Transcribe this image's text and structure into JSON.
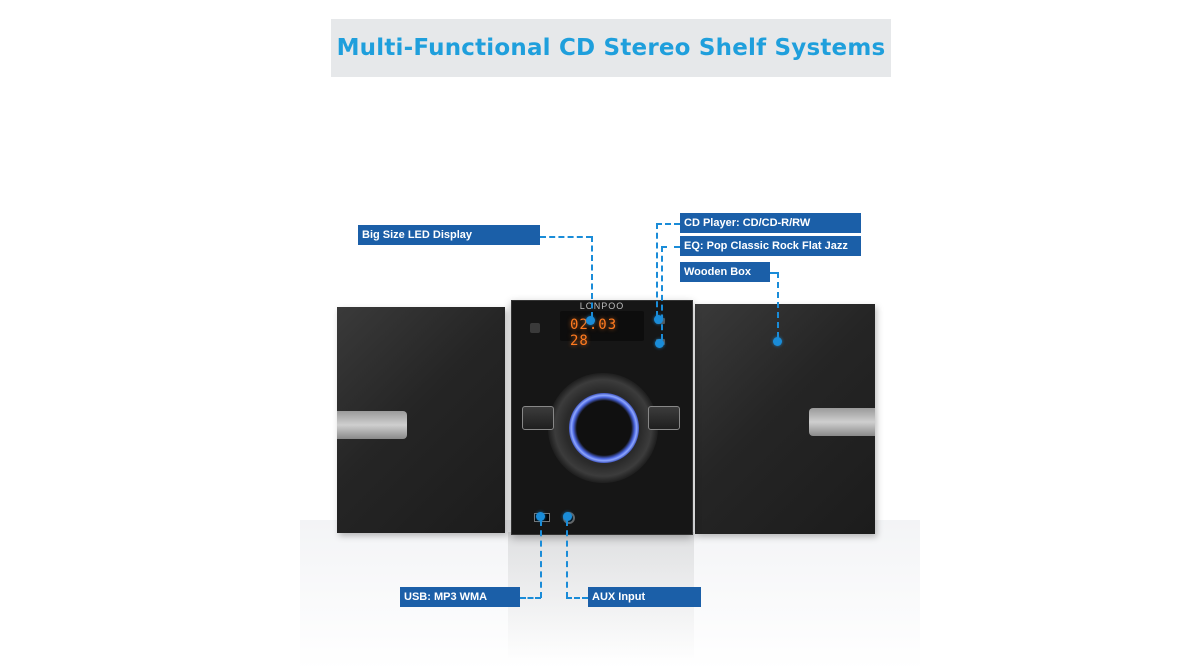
{
  "title": "Multi-Functional CD Stereo Shelf Systems",
  "device": {
    "brand": "LONPOO",
    "display_reading": "02:03 28"
  },
  "callouts": {
    "led_display": "Big Size LED Display",
    "cd_player": "CD Player: CD/CD-R/RW",
    "eq": "EQ: Pop Classic Rock Flat Jazz",
    "wooden_box": "Wooden Box",
    "usb": "USB: MP3 WMA",
    "aux": "AUX Input"
  },
  "colors": {
    "title_text": "#1f9fdc",
    "title_background": "#e6e8ea",
    "callout_background": "#1b5fa8",
    "leader_line": "#1a8cd8",
    "led_digits": "#ff7a1f",
    "knob_ring": "#4b66e0"
  }
}
